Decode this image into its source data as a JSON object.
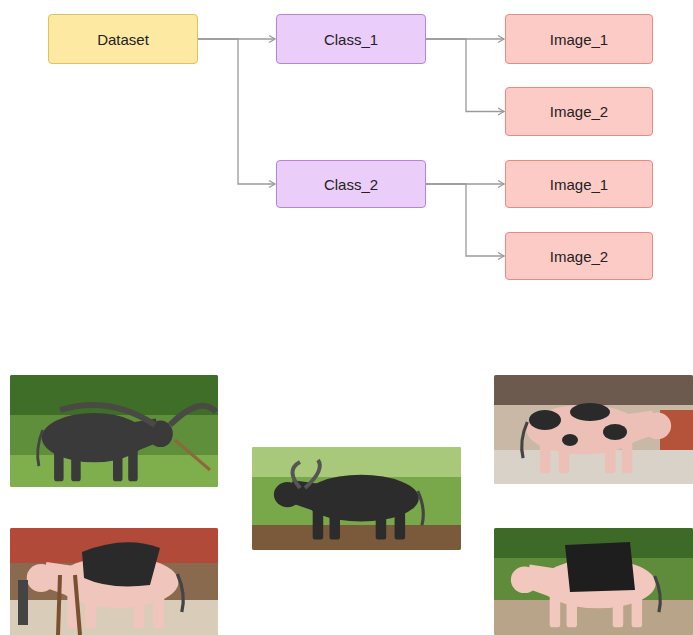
{
  "diagram": {
    "nodes": [
      {
        "text": [
          "Dataset"
        ]
      },
      {
        "text": [
          "Class_1"
        ]
      },
      {
        "text": [
          "Image_1"
        ]
      },
      {
        "text": [
          "Image_2"
        ]
      },
      {
        "text": [
          "Class_2"
        ]
      },
      {
        "text": [
          "Image_1"
        ]
      },
      {
        "text": [
          "Image_2"
        ]
      }
    ],
    "edges": [
      {
        "from": 0,
        "to": 1,
        "arrow": "to"
      },
      {
        "from": 0,
        "to": 4,
        "arrow": "to"
      },
      {
        "from": 1,
        "to": 2,
        "arrow": "to"
      },
      {
        "from": 1,
        "to": 3,
        "arrow": "to"
      },
      {
        "from": 4,
        "to": 5,
        "arrow": "to"
      },
      {
        "from": 4,
        "to": 6,
        "arrow": "to"
      }
    ]
  }
}
